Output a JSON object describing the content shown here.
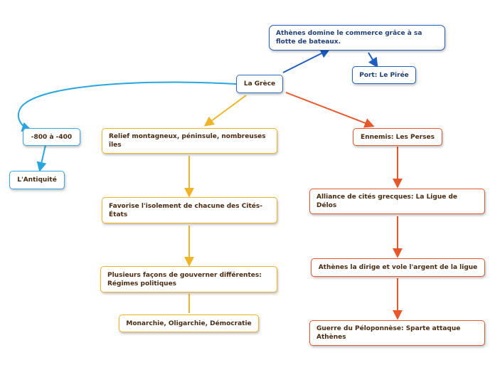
{
  "colors": {
    "blue_dark": "#1f5fbf",
    "blue_light": "#2aa6df",
    "orange": "#f0b429",
    "red": "#e8572a"
  },
  "nodes": {
    "root": "La Grèce",
    "commerce": "Athènes domine le commerce grâce à sa flotte de bateaux.",
    "port": "Port: Le Pirée",
    "dates": "-800 à -400",
    "antiquite": "L'Antiquité",
    "relief": "Relief montagneux, péninsule, nombreuses îles",
    "isolement": "Favorise l'isolement de chacune des Cités-États",
    "gouverner": "Plusieurs façons de gouverner différentes: Régimes politiques",
    "regimes": "Monarchie, Oligarchie, Démocratie",
    "ennemis": "Ennemis: Les Perses",
    "alliance": "Alliance de cités grecques: La Ligue de Délos",
    "dirige": "Athènes la dirige et vole l'argent de la ligue",
    "guerre": "Guerre du Péloponnèse: Sparte attaque Athènes"
  }
}
